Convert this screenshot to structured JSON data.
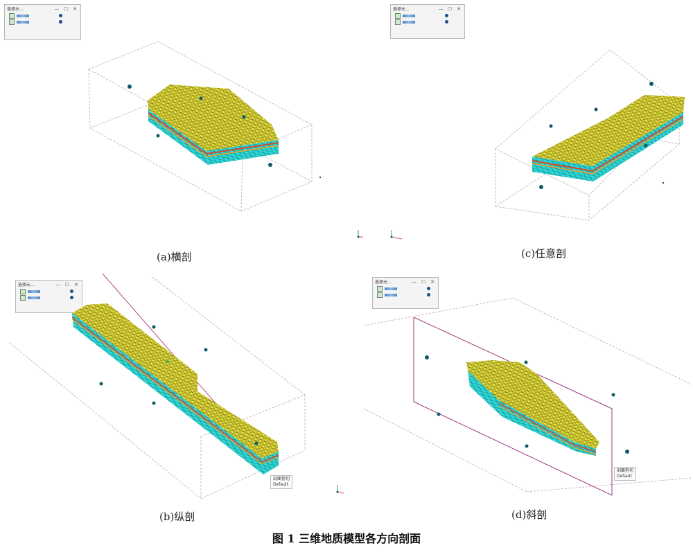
{
  "windows": {
    "title": "选择元...",
    "min": "—",
    "max": "☐",
    "close": "✕"
  },
  "panels": [
    {
      "id": "a",
      "caption": "(a)横剖"
    },
    {
      "id": "b",
      "caption": "(b)纵剖",
      "label_box": [
        "剖面剪切",
        "Default"
      ]
    },
    {
      "id": "c",
      "caption": "(c)任意剖"
    },
    {
      "id": "d",
      "caption": "(d)斜剖",
      "label_box": [
        "剖面剪切",
        "Default"
      ]
    }
  ],
  "figure_title": "图 1   三维地质模型各方向剖面",
  "colors": {
    "top_surface": "#e4dc3a",
    "top_mesh": "#3a3a10",
    "side": "#2fd8d8",
    "side_mesh": "#0b6a6a",
    "band_red": "#d8462a",
    "band_orange": "#f0a020",
    "box_line": "#c0a0c0",
    "box_line_d": "#9a3a7a",
    "marker": "#0d5c68"
  }
}
